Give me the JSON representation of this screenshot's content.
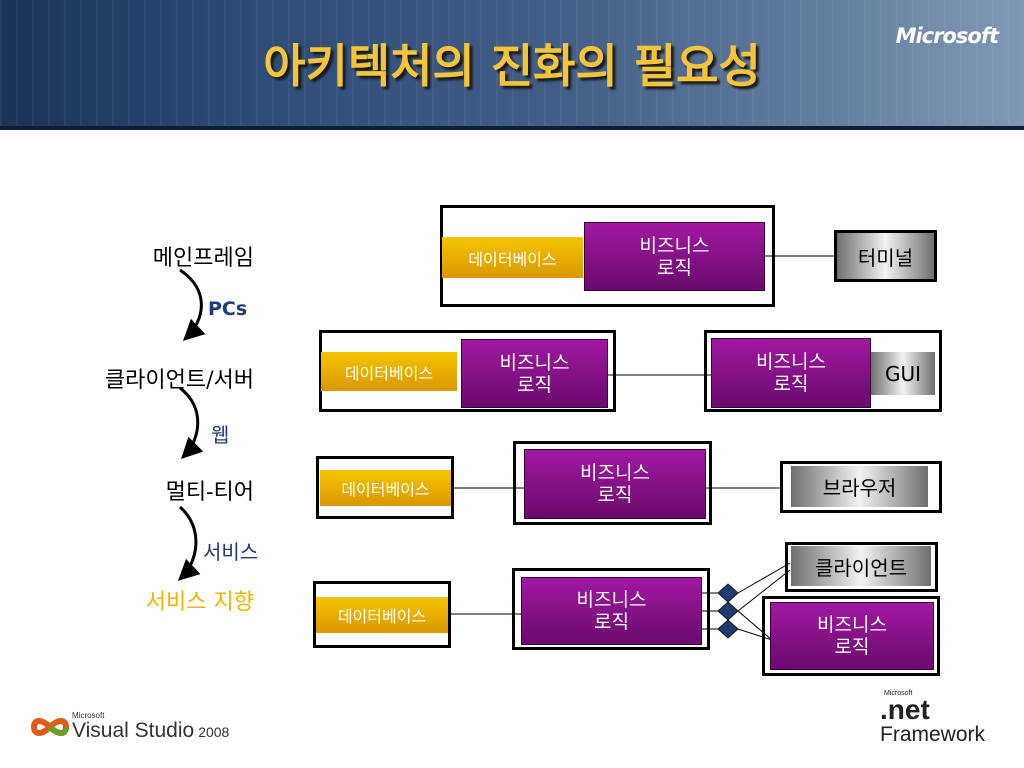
{
  "title": "아키텍처의 진화의 필요성",
  "brand": {
    "microsoft": "Microsoft",
    "vs_microsoft": "Microsoft",
    "vs_name": "Visual Studio",
    "vs_year": "2008",
    "net_microsoft": "Microsoft",
    "net_name": ".net",
    "net_framework": "Framework"
  },
  "evolution": {
    "steps": [
      "메인프레임",
      "클라이언트/서버",
      "멀티-티어",
      "서비스 지향"
    ],
    "transitions": [
      "PCs",
      "웹",
      "서비스"
    ]
  },
  "rows": {
    "r1": {
      "biz": [
        "비즈니스",
        "로직"
      ],
      "db": "데이터베이스",
      "client": "터미널"
    },
    "r2": {
      "biz": [
        "비즈니스",
        "로직"
      ],
      "db": "데이터베이스",
      "client_biz": [
        "비즈니스",
        "로직"
      ],
      "client": "GUI"
    },
    "r3": {
      "biz": [
        "비즈니스",
        "로직"
      ],
      "db": "데이터베이스",
      "client": "브라우저"
    },
    "r4": {
      "biz": [
        "비즈니스",
        "로직"
      ],
      "db": "데이터베이스",
      "client": "클라이언트",
      "client_biz": [
        "비즈니스",
        "로직"
      ]
    }
  },
  "colors": {
    "title": "#f4c53a",
    "database": "#f0b400",
    "business": "#8a1090",
    "transition_label": "#1f3a7a",
    "service_step": "#f0b400"
  }
}
